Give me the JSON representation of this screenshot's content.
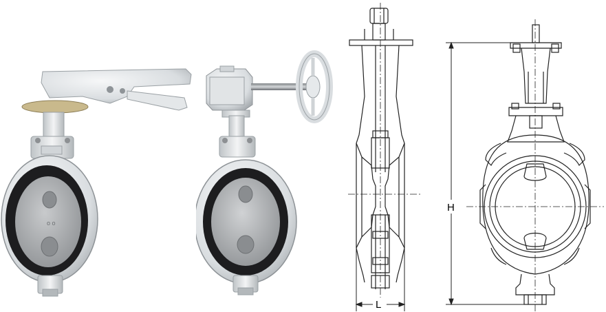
{
  "figures": [
    {
      "id": "lever-operated-valve-photo",
      "kind": "photo"
    },
    {
      "id": "gear-operated-valve-photo",
      "kind": "photo"
    },
    {
      "id": "side-section-drawing",
      "kind": "technical-drawing",
      "dimension_label": "L"
    },
    {
      "id": "front-view-drawing",
      "kind": "technical-drawing",
      "dimension_label": "H"
    }
  ],
  "labels": {
    "length": "L",
    "height": "H"
  },
  "colors": {
    "body": "#e3e6e8",
    "body_shade": "#b8bdc1",
    "liner": "#1d1d1f",
    "disc": "#a7aaad",
    "brass": "#c9b98c",
    "line": "#222222"
  }
}
